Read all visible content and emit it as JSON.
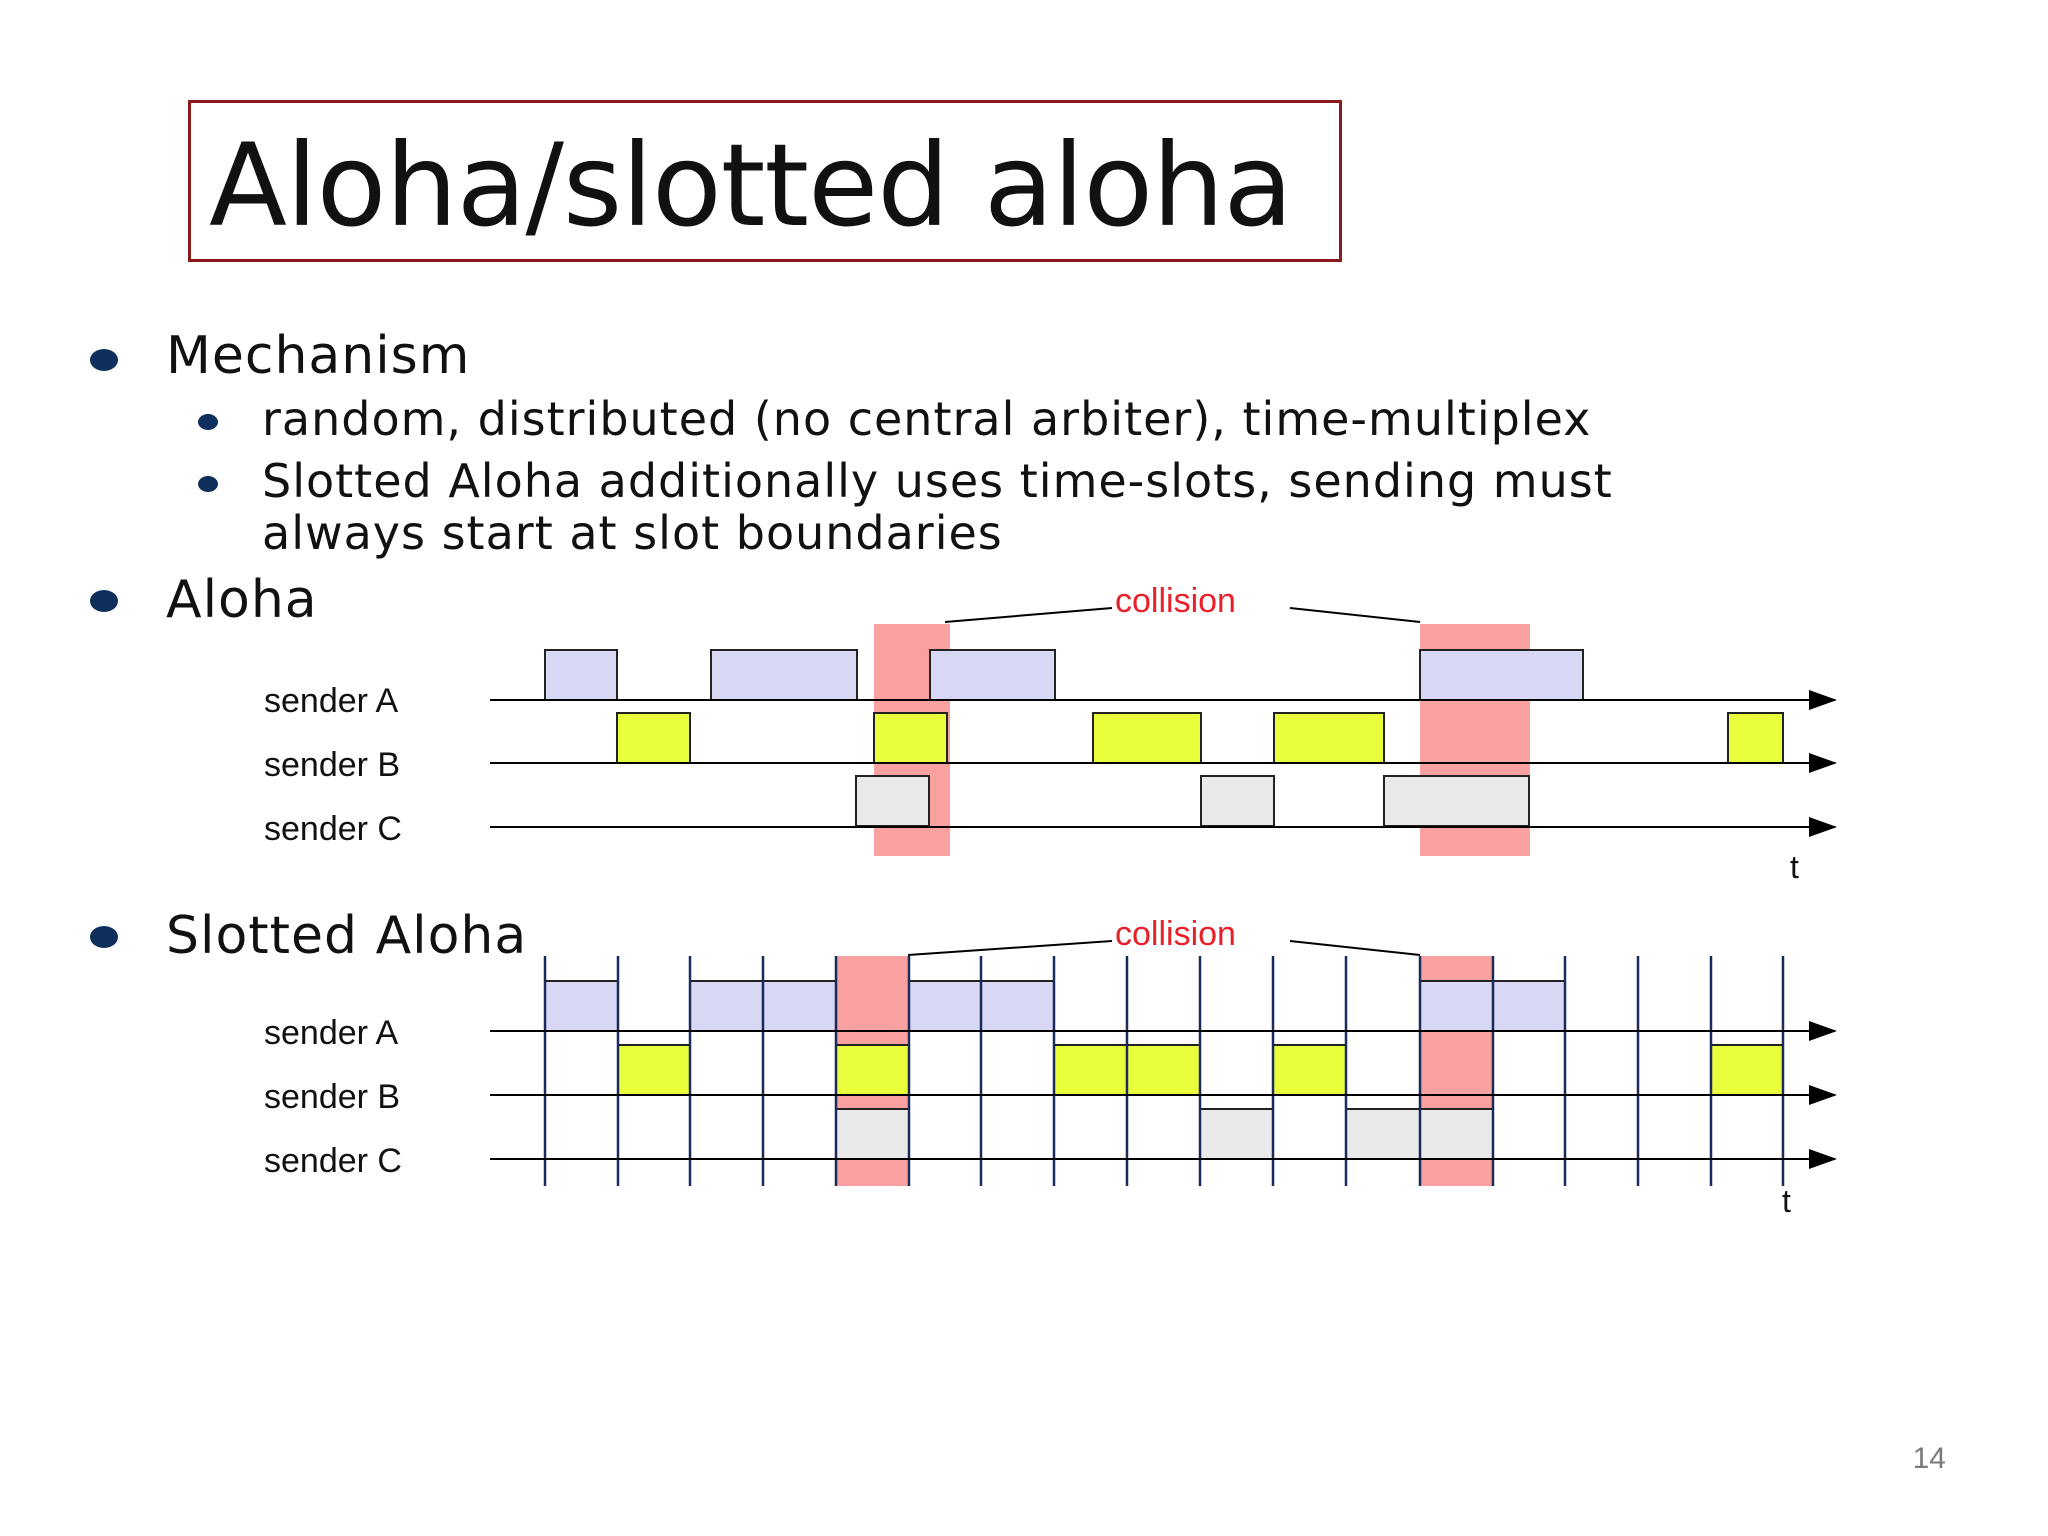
{
  "slide": {
    "title": "Aloha/slotted aloha",
    "page_number": "14"
  },
  "bullets": {
    "mechanism": {
      "label": "Mechanism",
      "sub": [
        "random, distributed (no central arbiter), time-multiplex",
        "Slotted Aloha additionally uses time-slots, sending must",
        "always start at slot boundaries"
      ]
    },
    "aloha": {
      "label": "Aloha"
    },
    "slotted": {
      "label": "Slotted Aloha"
    }
  },
  "diagram_aloha": {
    "collision_label": "collision",
    "time_label": "t",
    "senders": [
      "sender A",
      "sender B",
      "sender C"
    ]
  },
  "diagram_slotted": {
    "collision_label": "collision",
    "time_label": "t",
    "senders": [
      "sender A",
      "sender B",
      "sender C"
    ]
  },
  "colors": {
    "sender_a": "#d8d8f4",
    "sender_b": "#eaff3c",
    "sender_c": "#e9e9ea",
    "collision": "#f9a0a0",
    "slot_line": "#1a2a5a",
    "collision_text": "#e8202a",
    "title_border": "#8b1a1a"
  }
}
